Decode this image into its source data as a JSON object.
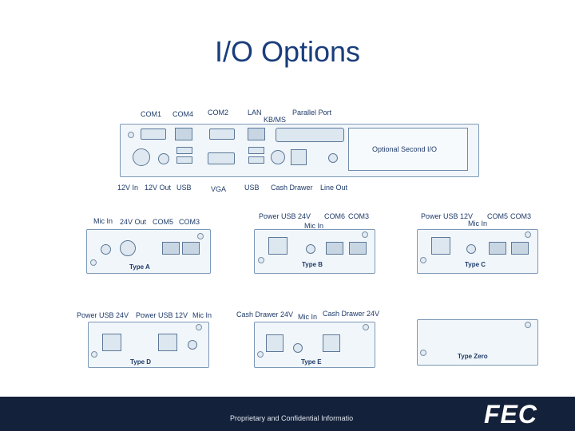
{
  "title": "I/O Options",
  "main_panel": {
    "top_labels": [
      "COM1",
      "COM4",
      "COM2",
      "LAN",
      "KB/MS",
      "Parallel Port"
    ],
    "bottom_labels": [
      "12V In",
      "12V Out",
      "USB",
      "VGA",
      "USB",
      "Cash Drawer",
      "Line Out"
    ],
    "optional_box": "Optional Second I/O"
  },
  "modules": [
    {
      "type": "Type A",
      "labels": [
        "Mic In",
        "24V Out",
        "COM5",
        "COM3"
      ]
    },
    {
      "type": "Type B",
      "labels": [
        "Power USB 24V",
        "COM6",
        "COM3",
        "Mic In"
      ]
    },
    {
      "type": "Type C",
      "labels": [
        "Power USB 12V",
        "COM5",
        "COM3",
        "Mic In"
      ]
    },
    {
      "type": "Type D",
      "labels": [
        "Power USB 24V",
        "Power USB 12V",
        "Mic In"
      ]
    },
    {
      "type": "Type E",
      "labels": [
        "Cash Drawer 24V",
        "Mic In",
        "Cash Drawer 24V"
      ]
    },
    {
      "type": "Type Zero",
      "labels": []
    }
  ],
  "footer": {
    "text": "Proprietary and Confidential Informatio",
    "logo": "FEC"
  },
  "colors": {
    "title": "#1a3d7c",
    "footer_bg": "#14213a",
    "panel_border": "#7c98b8"
  }
}
